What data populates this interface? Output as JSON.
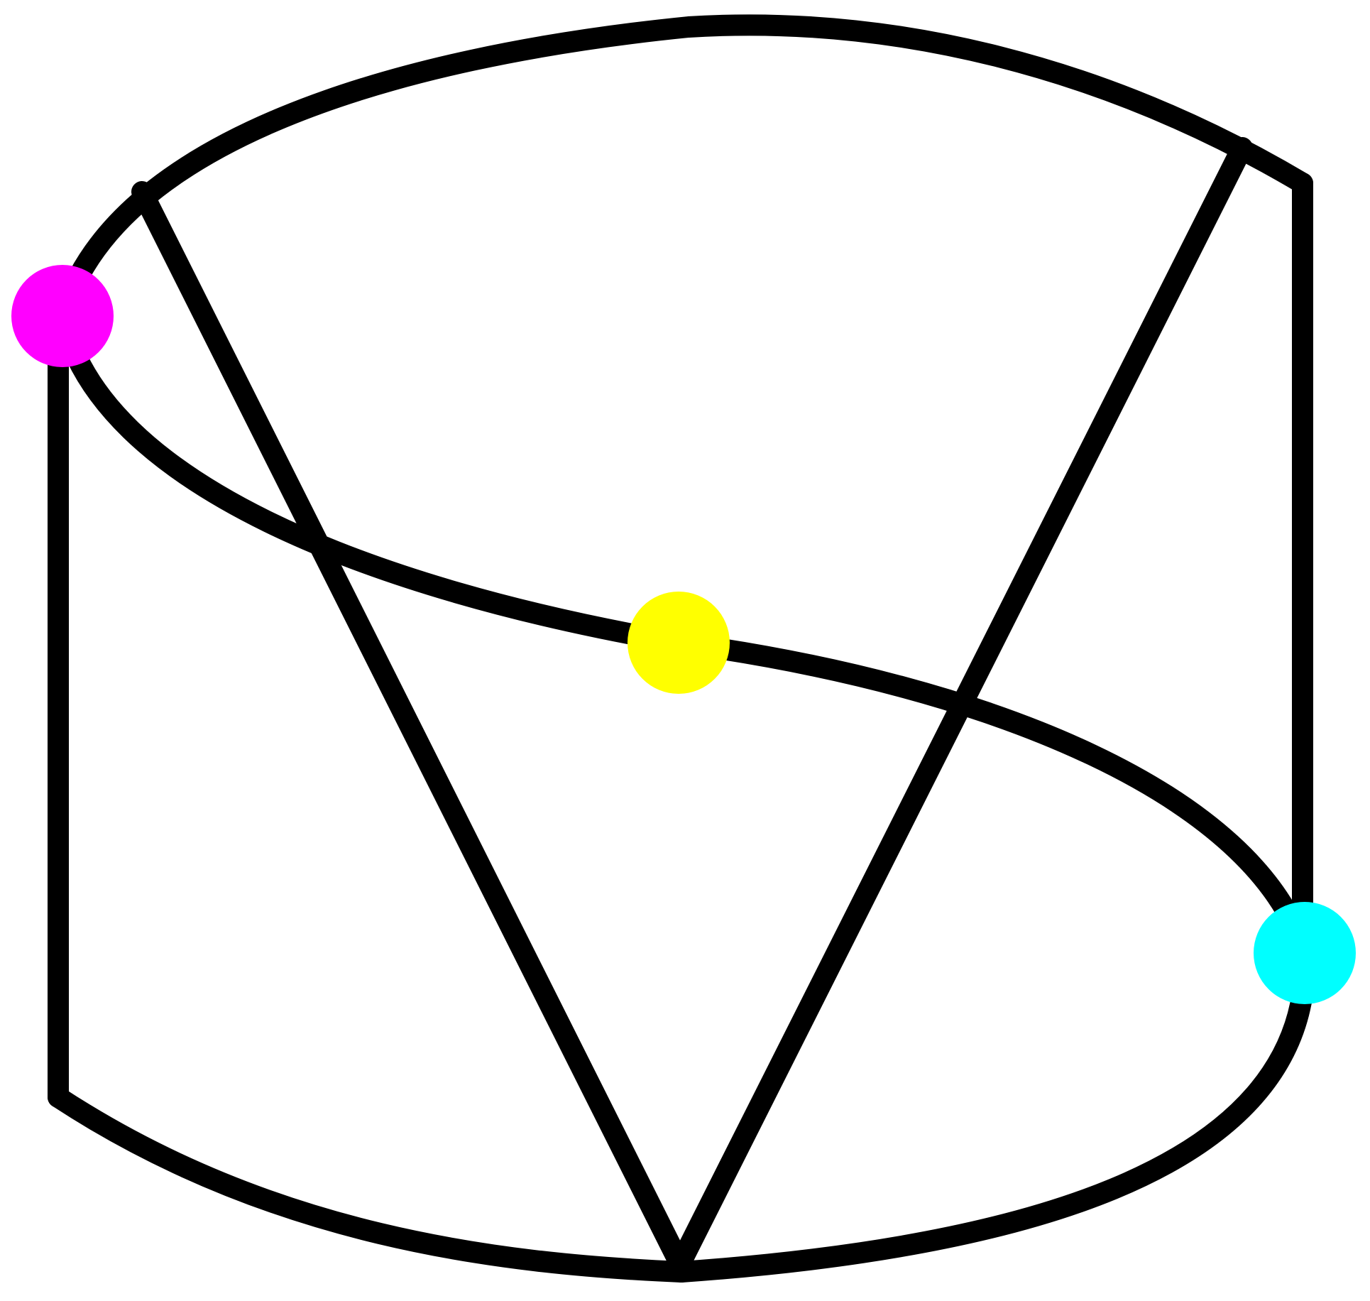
{
  "colors": {
    "background": "#ffffff",
    "edge": "#000000"
  },
  "nodes": [
    {
      "name": "node-magenta",
      "color": "#ff00ff"
    },
    {
      "name": "node-yellow",
      "color": "#ffff00"
    },
    {
      "name": "node-cyan",
      "color": "#00ffff"
    }
  ]
}
